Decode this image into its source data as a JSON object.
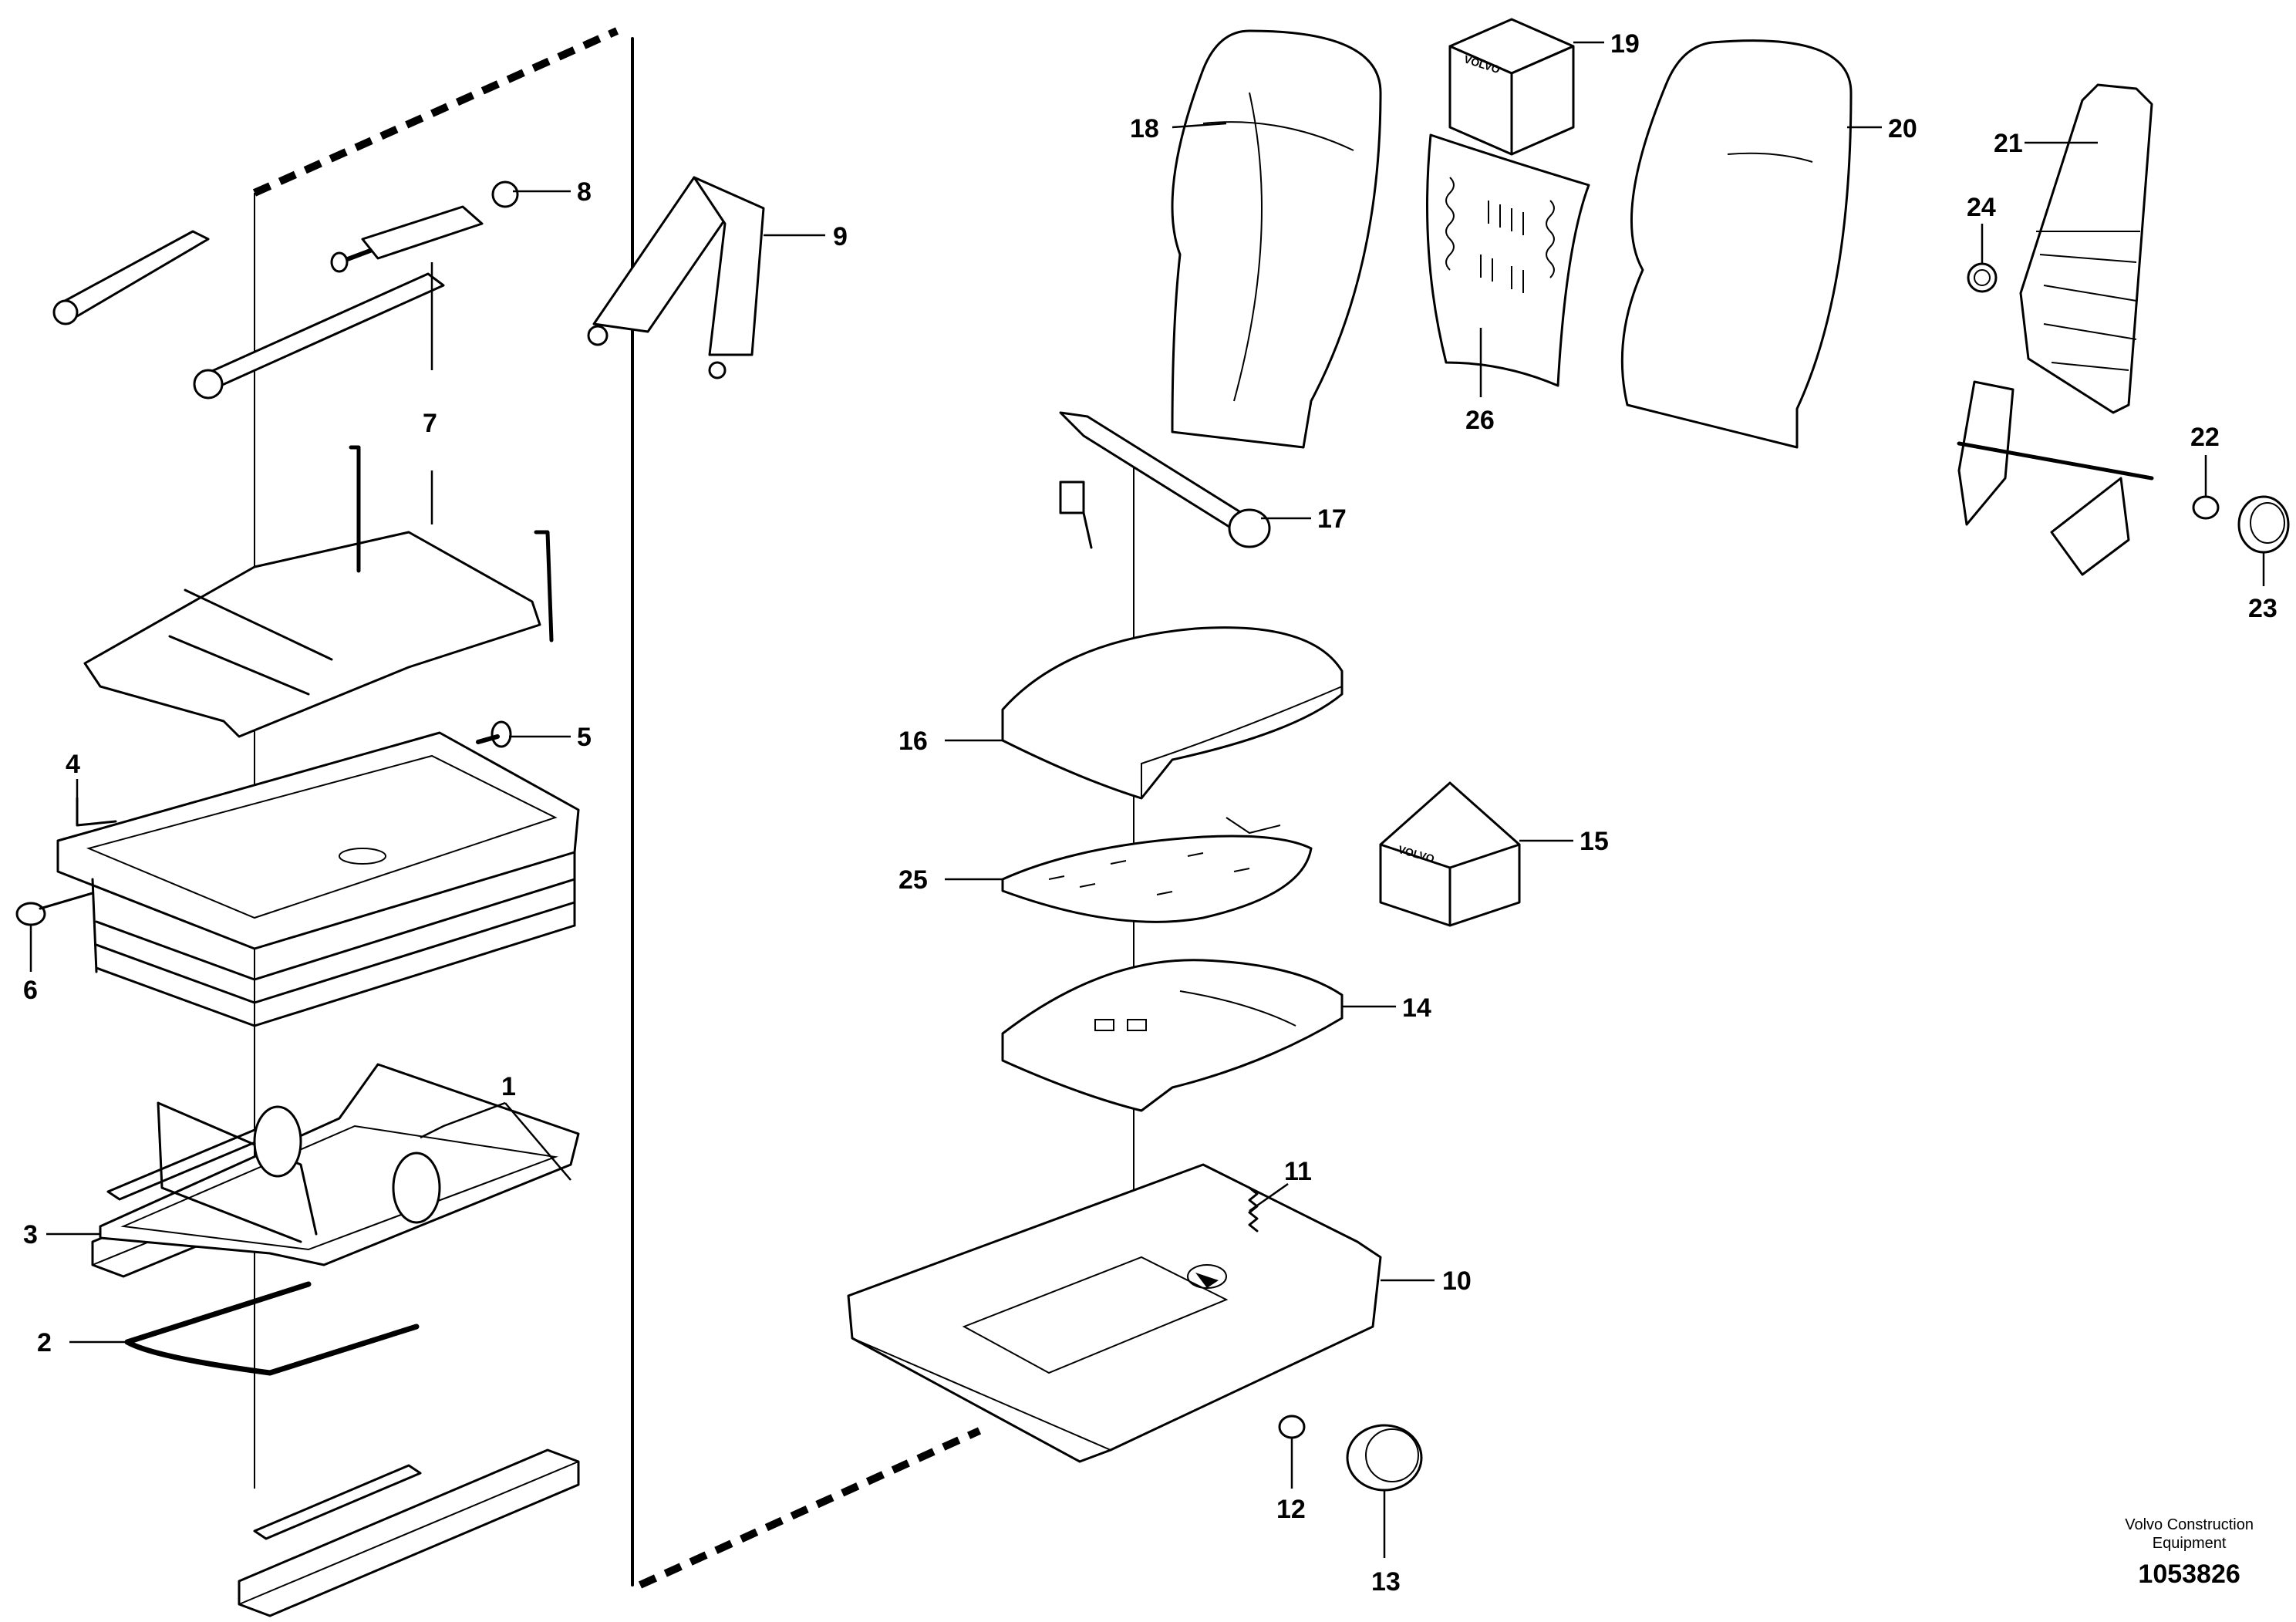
{
  "labels": [
    "1",
    "2",
    "3",
    "4",
    "5",
    "6",
    "7",
    "8",
    "9",
    "10",
    "11",
    "12",
    "13",
    "14",
    "15",
    "16",
    "17",
    "18",
    "19",
    "20",
    "21",
    "22",
    "23",
    "24",
    "25",
    "26"
  ],
  "brand_text": "VOLVO",
  "credit": {
    "line1": "Volvo Construction",
    "line2": "Equipment",
    "number": "1053826"
  }
}
